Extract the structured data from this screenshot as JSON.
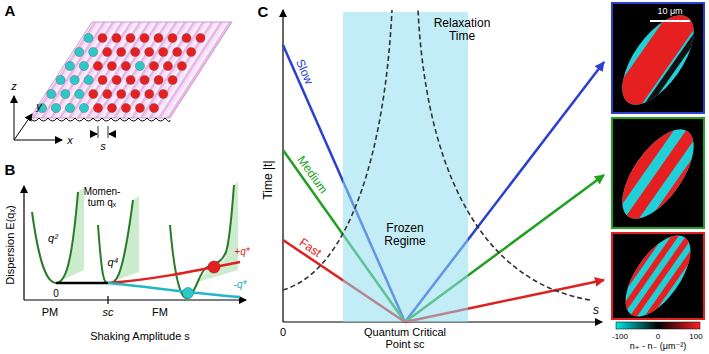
{
  "diagram": {
    "labels": [
      "A",
      "z",
      "y",
      "x",
      "s",
      "B",
      "Dispersion E(qₓ)",
      "Momen-tum qₓ",
      "q²",
      "0",
      "q⁴",
      "+q*",
      "-q*",
      "PM",
      "FM",
      "sc",
      "Shaking Amplitude s",
      "C",
      "Time |t|",
      "Slow",
      "Medium",
      "Fast",
      "Relaxation Time",
      "Frozen Regime",
      "0",
      "Quantum Critical Point sc",
      "s",
      "10 μm",
      "-100",
      "0",
      "100",
      "n₊ - n₋ (μm⁻²)"
    ]
  }
}
